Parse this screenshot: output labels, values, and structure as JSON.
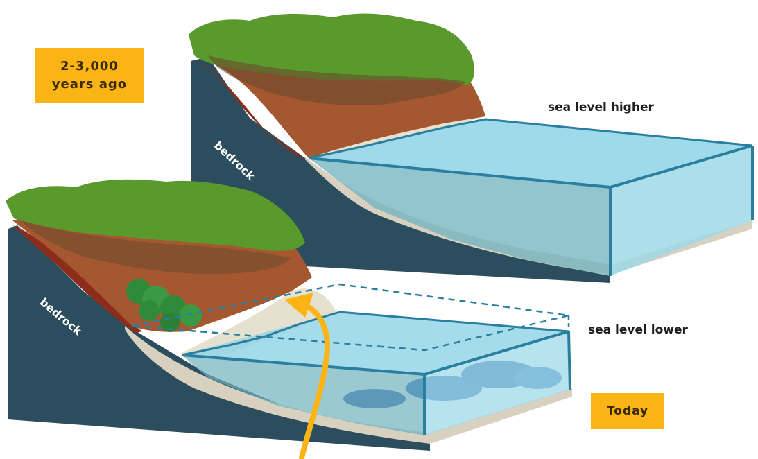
{
  "past_badge": {
    "line1": "2-3,000",
    "line2": "years ago"
  },
  "today_badge": {
    "label": "Today"
  },
  "labels": {
    "sea_level_higher": "sea level higher",
    "sea_level_lower": "sea level lower",
    "bedrock_top": "bedrock",
    "bedrock_bottom": "bedrock"
  },
  "colors": {
    "badge": "#fbb416",
    "bedrock": "#2c4d5e",
    "soil_red": "#8b2d1a",
    "water": "#8ed3e6",
    "water_edge": "#2a7fa0",
    "canopy": "#5a9a2c",
    "arrow": "#fbb416",
    "sand": "#d8d1c0"
  }
}
